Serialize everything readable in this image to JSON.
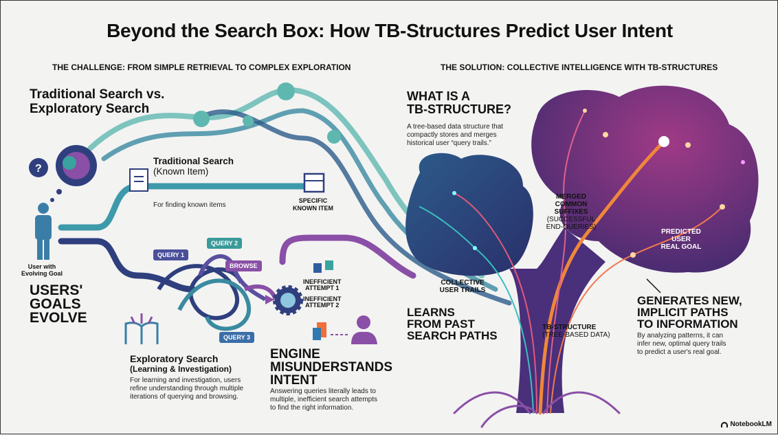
{
  "title": "Beyond the Search Box: How TB-Structures Predict User Intent",
  "left": {
    "section": "THE CHALLENGE: FROM SIMPLE RETRIEVAL TO COMPLEX EXPLORATION",
    "heading_line1": "Traditional Search vs.",
    "heading_line2": "Exploratory Search",
    "user_label_line1": "User with",
    "user_label_line2": "Evolving Goal",
    "goals": [
      "USERS'",
      "GOALS",
      "EVOLVE"
    ],
    "traditional": {
      "title_line1": "Traditional Search",
      "title_line2": "(Known Item)",
      "desc": "For finding known items",
      "target_line1": "SPECIFIC",
      "target_line2": "KNOWN ITEM"
    },
    "queries": {
      "q1": "QUERY 1",
      "q2": "QUERY 2",
      "browse": "BROWSE",
      "q3": "QUERY 3"
    },
    "exploratory": {
      "title_line1": "Exploratory Search",
      "title_line2": "(Learning & Investigation)",
      "desc": [
        "For learning and investigation, users",
        "refine understanding through multiple",
        "iterations of querying and browsing."
      ]
    },
    "attempts": {
      "a1_line1": "INEFFICIENT",
      "a1_line2": "ATTEMPT 1",
      "a2_line1": "INEFFICIENT",
      "a2_line2": "ATTEMPT 2"
    },
    "engine": {
      "title": [
        "ENGINE",
        "MISUNDERSTANDS",
        "INTENT"
      ],
      "desc": [
        "Answering queries literally leads to",
        "multiple, inefficient search attempts",
        "to find the right information."
      ]
    }
  },
  "right": {
    "section": "THE SOLUTION: COLLECTIVE INTELLIGENCE WITH TB-STRUCTURES",
    "what": {
      "title_line1": "WHAT IS A",
      "title_line2": "TB-STRUCTURE?",
      "desc": [
        "A tree-based data structure that",
        "compactly stores and merges",
        "historical user “query trails.”"
      ]
    },
    "merged": [
      "MERGED",
      "COMMON",
      "SUFFIXES",
      "(SUCCESSFUL",
      "END-QUERIES)"
    ],
    "predicted": [
      "PREDICTED",
      "USER",
      "REAL GOAL"
    ],
    "collective": [
      "COLLECTIVE",
      "USER TRAILS"
    ],
    "learns": [
      "LEARNS",
      "FROM PAST",
      "SEARCH PATHS"
    ],
    "tb": [
      "TB-STRUCTURE",
      "(TREE-BASED DATA)"
    ],
    "generates": {
      "title": [
        "GENERATES NEW,",
        "IMPLICIT PATHS",
        "TO INFORMATION"
      ],
      "desc": [
        "By analyzing patterns, it can",
        "infer new, optimal query trails",
        "to predict a user's real goal."
      ]
    }
  },
  "brand": "NotebookLM",
  "colors": {
    "teal": "#3aa3a0",
    "navy": "#2f3f7e",
    "purple": "#8a4fa6",
    "orange": "#f0873a",
    "canopy": "#5a2a7a"
  }
}
